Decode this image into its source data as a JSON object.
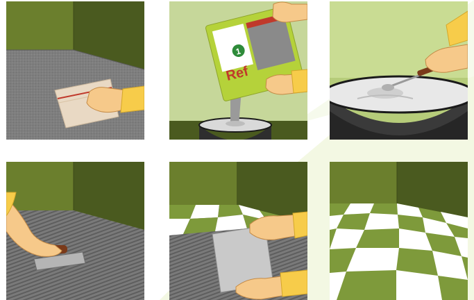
{
  "figure": {
    "steps": [
      {
        "name": "clean-surface"
      },
      {
        "name": "pour-powder"
      },
      {
        "name": "mix-paste"
      },
      {
        "name": "spread-adhesive"
      },
      {
        "name": "place-tile"
      },
      {
        "name": "finished-floor"
      }
    ],
    "packet": {
      "brand": "Ref",
      "badge": "1"
    },
    "colors": {
      "wall_olive": "#6b7f2d",
      "wall_dark": "#4a5a1f",
      "floor_grey": "#7d7d7d",
      "tile_green": "#7e9a3b",
      "tile_white": "#ffffff",
      "packet_green": "#b5d23a",
      "skin": "#f6c98a",
      "sleeve": "#f7cc4a"
    }
  }
}
